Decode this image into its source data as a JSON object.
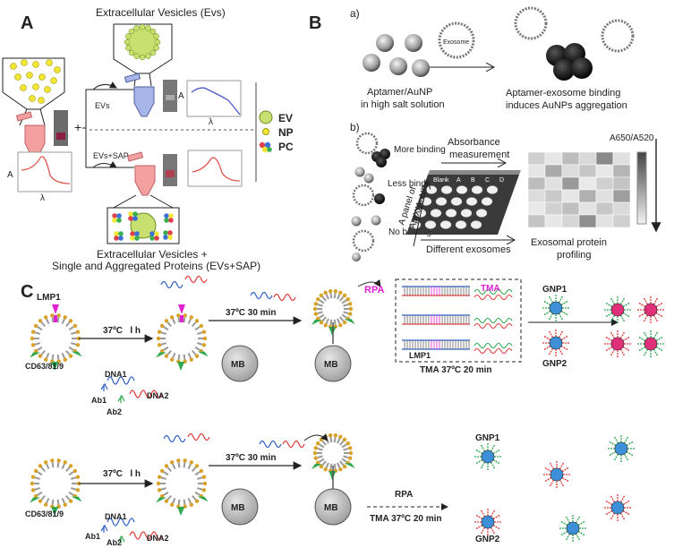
{
  "colors": {
    "yellow_np": "#f2e634",
    "ev_green": "#c8e070",
    "tube_red": "#f4a0a0",
    "tube_blue": "#a7b5e8",
    "curve_red": "#e0564e",
    "curve_blue": "#4a56c9",
    "magenta": "#e020d0",
    "dna_blue": "#2f5fc8",
    "dna_red": "#e03b3b",
    "dna_green": "#2fa850",
    "gnp_blue": "#3d8fd8",
    "gnp_pink": "#e0307a",
    "grey_bead": "#bdbdbd"
  },
  "panelA": {
    "label": "A",
    "ev_title": "Extracellular Vesicles (Evs)",
    "arrow_evs": "EVs",
    "arrow_evs_sap": "EVs+SAP",
    "bottom_title_1": "Extracellular Vesicles +",
    "bottom_title_2": "Single and Aggregated Proteins (EVs+SAP)",
    "plot_axis_y": "A",
    "plot_axis_x": "λ",
    "plus": "+",
    "legend": [
      {
        "key": "ev",
        "label": "EV"
      },
      {
        "key": "np",
        "label": "NP"
      },
      {
        "key": "pc",
        "label": "PC"
      }
    ]
  },
  "panelB": {
    "label": "B",
    "a_tag": "a)",
    "b_tag": "b)",
    "exosome_label": "Exosome",
    "left_caption_1": "Aptamer/AuNP",
    "left_caption_2": "in high salt solution",
    "right_caption_1": "Aptamer-exosome binding",
    "right_caption_2": "induces AuNPs aggregation",
    "binding": [
      "More binding",
      "Less binding",
      "No binding"
    ],
    "absorbance_1": "Absorbance",
    "absorbance_2": "measurement",
    "panel_label_1": "A panel of",
    "panel_label_2": "AptX/AuNPs",
    "plate_cols": [
      "Blank",
      "A",
      "B",
      "C",
      "D"
    ],
    "diff_exo": "Different exosomes",
    "ratio": "A650/A520",
    "profiling_1": "Exosomal protein",
    "profiling_2": "profiling"
  },
  "panelC": {
    "label": "C",
    "lmp1": "LMP1",
    "cd": "CD63/81/9",
    "step1": "37ºC   l h",
    "step2": "37ºC 30 min",
    "dna1": "DNA1",
    "dna2": "DNA2",
    "ab1": "Ab1",
    "ab2": "Ab2",
    "mb": "MB",
    "rpa": "RPA",
    "tma": "TMA",
    "box_lmp1": "LMP1",
    "tma_cond": "TMA 37ºC 20 min",
    "gnp1": "GNP1",
    "gnp2": "GNP2"
  }
}
